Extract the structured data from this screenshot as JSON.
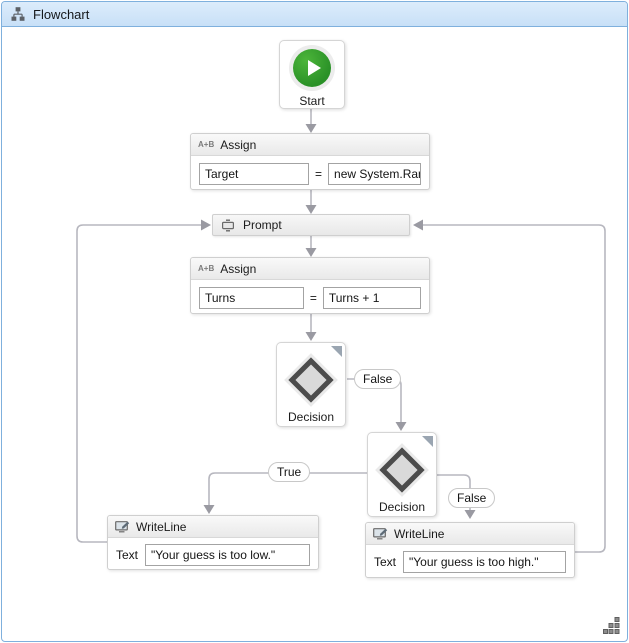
{
  "window": {
    "title": "Flowchart"
  },
  "flow": {
    "start": {
      "label": "Start"
    },
    "assign_target": {
      "header": "Assign",
      "icon_label": "A+B",
      "variable": "Target",
      "operator": "=",
      "expression": "new System.Random"
    },
    "prompt": {
      "label": "Prompt"
    },
    "assign_turns": {
      "header": "Assign",
      "icon_label": "A+B",
      "variable": "Turns",
      "operator": "=",
      "expression": "Turns + 1"
    },
    "decision_first": {
      "label": "Decision"
    },
    "decision_second": {
      "label": "Decision"
    },
    "writeline_low": {
      "header": "WriteLine",
      "field_label": "Text",
      "value": "\"Your guess is too low.\""
    },
    "writeline_high": {
      "header": "WriteLine",
      "field_label": "Text",
      "value": "\"Your guess is too high.\""
    }
  },
  "branch_labels": {
    "decision1_false": "False",
    "decision2_true": "True",
    "decision2_false": "False"
  },
  "colors": {
    "window_border": "#7fb0dd",
    "titlebar_bg": "#cde3f6",
    "connector": "#b7b7bf",
    "arrow": "#9a9aa2",
    "start_green": "#2f9a2d"
  }
}
